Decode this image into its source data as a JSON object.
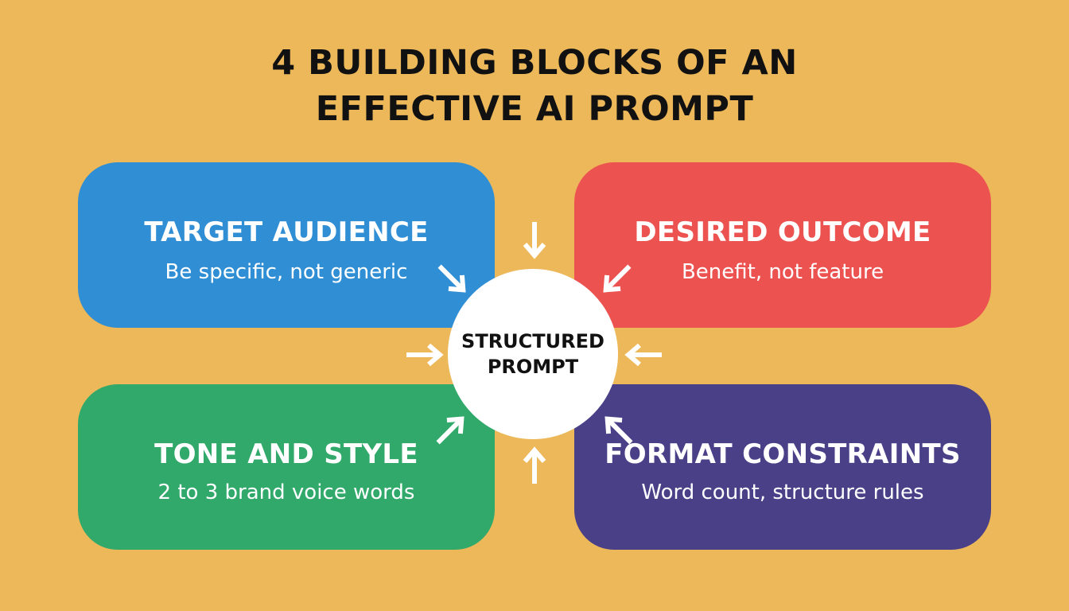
{
  "title": {
    "line1": "4 BUILDING BLOCKS OF AN",
    "line2": "EFFECTIVE AI PROMPT"
  },
  "center": {
    "line1": "STRUCTURED",
    "line2": "PROMPT"
  },
  "blocks": [
    {
      "heading": "TARGET AUDIENCE",
      "subtitle": "Be specific, not generic",
      "color": "#2F8ED4"
    },
    {
      "heading": "DESIRED OUTCOME",
      "subtitle": "Benefit, not feature",
      "color": "#EC5350"
    },
    {
      "heading": "TONE AND STYLE",
      "subtitle": "2 to 3 brand voice words",
      "color": "#31A96B"
    },
    {
      "heading": "FORMAT CONSTRAINTS",
      "subtitle": "Word count, structure rules",
      "color": "#4A4088"
    }
  ],
  "colors": {
    "background": "#EDB85A",
    "arrow": "#FFFFFF",
    "title_text": "#111111"
  }
}
